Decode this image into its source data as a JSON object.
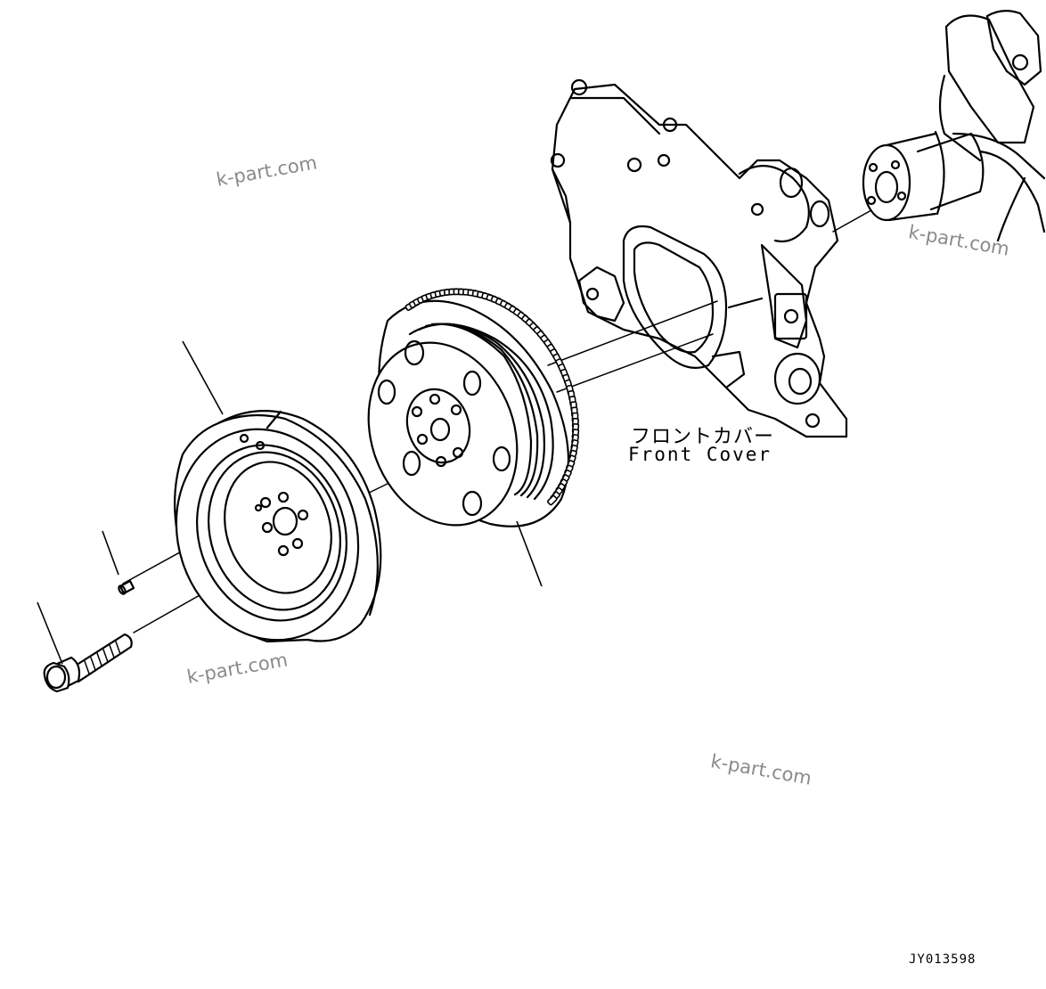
{
  "labels": {
    "front_cover_jp": "フロントカバー",
    "front_cover_en": "Front Cover"
  },
  "drawing_code": "JY013598",
  "watermarks": [
    "k-part.com",
    "k-part.com",
    "k-part.com",
    "k-part.com"
  ]
}
